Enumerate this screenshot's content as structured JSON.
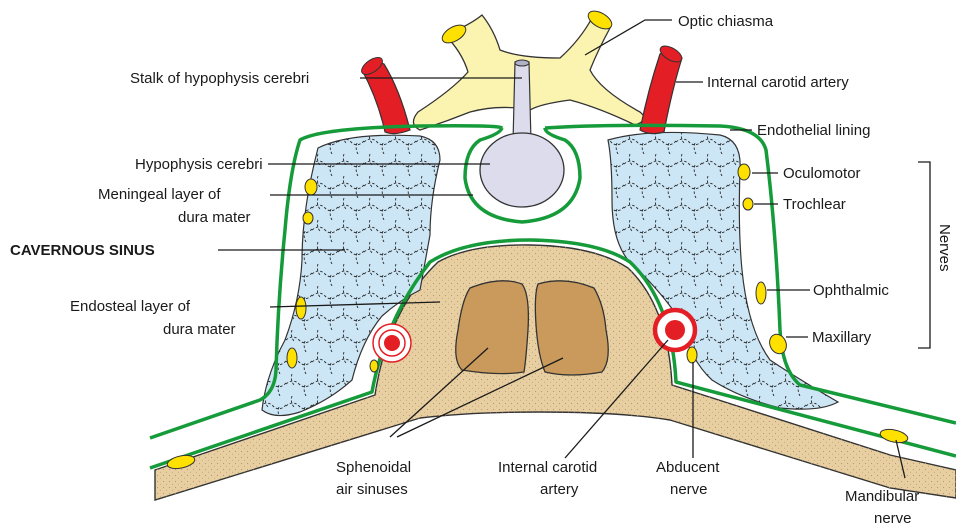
{
  "colors": {
    "chiasma": "#fbf4b0",
    "artery": "#e41e25",
    "dura_line": "#169b3a",
    "sinus_fill": "#cce6f5",
    "pituitary": "#dcdcec",
    "bone": "#e8cfa2",
    "air_sinus": "#c99a5c",
    "nerve": "#ffe100",
    "text": "#1a1a1a"
  },
  "labels": {
    "optic_chiasma": "Optic chiasma",
    "stalk": "Stalk of hypophysis cerebri",
    "internal_carotid_top": "Internal carotid artery",
    "endothelial_lining": "Endothelial lining",
    "hypophysis": "Hypophysis cerebri",
    "meningeal_1": "Meningeal layer of",
    "meningeal_2": "dura mater",
    "cavernous_sinus": "CAVERNOUS SINUS",
    "endosteal_1": "Endosteal layer of",
    "endosteal_2": "dura mater",
    "oculomotor": "Oculomotor",
    "trochlear": "Trochlear",
    "ophthalmic": "Ophthalmic",
    "maxillary": "Maxillary",
    "nerves": "Nerves",
    "sphenoidal_1": "Sphenoidal",
    "sphenoidal_2": "air sinuses",
    "ica_bottom_1": "Internal carotid",
    "ica_bottom_2": "artery",
    "abducent_1": "Abducent",
    "abducent_2": "nerve",
    "mandibular_1": "Mandibular",
    "mandibular_2": "nerve"
  }
}
